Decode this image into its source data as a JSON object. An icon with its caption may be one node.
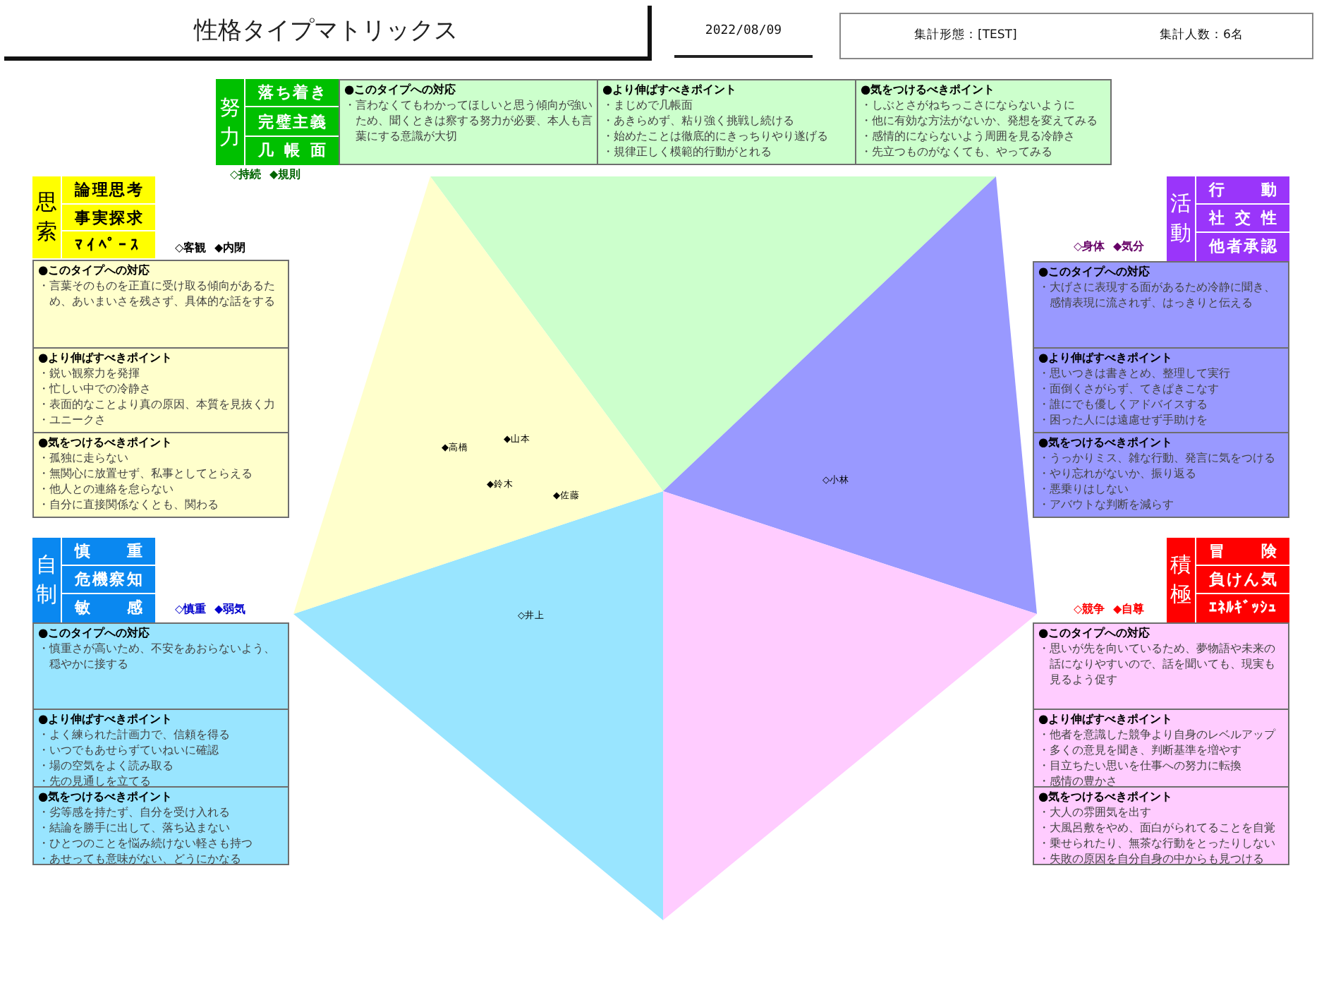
{
  "diagram": {
    "title": "性格タイプマトリックス",
    "nodes": [
      {
        "text": [
          "集計形態：[TEST]",
          "集計人数：6名"
        ]
      },
      {
        "text": [
          "努力"
        ]
      },
      {
        "text": [
          "落ち着き"
        ]
      },
      {
        "text": [
          "完璧主義"
        ]
      },
      {
        "text": [
          "几帳面"
        ]
      },
      {
        "text": [
          "●このタイプへの対応",
          "・言わなくてもわかってほしいと思う傾向が強いため、聞くときは察する努力が必要、本人も言葉にする意識が大切"
        ]
      },
      {
        "text": [
          "●より伸ばすべきポイント",
          "・まじめで几帳面",
          "・あきらめず、粘り強く挑戦し続ける",
          "・始めたことは徹底的にきっちりやり遂げる",
          "・規律正しく模範的行動がとれる"
        ]
      },
      {
        "text": [
          "●気をつけるべきポイント",
          "・しぶとさがねちっこさにならないように",
          "・他に有効な方法がないか、発想を変えてみる",
          "・感情的にならないよう周囲を見る冷静さ",
          "・先立つものがなくても、やってみる"
        ]
      },
      {
        "text": [
          "思索"
        ]
      },
      {
        "text": [
          "論理思考"
        ]
      },
      {
        "text": [
          "事実探求"
        ]
      },
      {
        "text": [
          "ﾏｲﾍﾟｰｽ"
        ]
      },
      {
        "text": [
          "●このタイプへの対応",
          "・言葉そのものを正直に受け取る傾向があるため、あいまいさを残さず、具体的な話をする"
        ]
      },
      {
        "text": [
          "●より伸ばすべきポイント",
          "・鋭い観察力を発揮",
          "・忙しい中での冷静さ",
          "・表面的なことより真の原因、本質を見抜く力",
          "・ユニークさ"
        ]
      },
      {
        "text": [
          "●気をつけるべきポイント",
          "・孤独に走らない",
          "・無関心に放置せず、私事としてとらえる",
          "・他人との連絡を怠らない",
          "・自分に直接関係なくとも、関わる"
        ]
      },
      {
        "text": [
          "活動"
        ]
      },
      {
        "text": [
          "行動"
        ]
      },
      {
        "text": [
          "社交性"
        ]
      },
      {
        "text": [
          "他者承認"
        ]
      },
      {
        "text": [
          "●このタイプへの対応",
          "・大げさに表現する面があるため冷静に聞き、感情表現に流されず、はっきりと伝える"
        ]
      },
      {
        "text": [
          "●より伸ばすべきポイント",
          "・思いつきは書きとめ、整理して実行",
          "・面倒くさがらず、てきぱきこなす",
          "・誰にでも優しくアドバイスする",
          "・困った人には遠慮せず手助けを"
        ]
      },
      {
        "text": [
          "●気をつけるべきポイント",
          "・うっかりミス、雑な行動、発言に気をつける",
          "・やり忘れがないか、振り返る",
          "・悪乗りはしない",
          "・アバウトな判断を減らす"
        ]
      },
      {
        "text": [
          "自制"
        ]
      },
      {
        "text": [
          "慎重"
        ]
      },
      {
        "text": [
          "危機察知"
        ]
      },
      {
        "text": [
          "敏感"
        ]
      },
      {
        "text": [
          "●このタイプへの対応",
          "・慎重さが高いため、不安をあおらないよう、穏やかに接する"
        ]
      },
      {
        "text": [
          "●より伸ばすべきポイント",
          "・よく練られた計画力で、信頼を得る",
          "・いつでもあせらずていねいに確認",
          "・場の空気をよく読み取る",
          "・先の見通しを立てる"
        ]
      },
      {
        "text": [
          "●気をつけるべきポイント",
          "・劣等感を持たず、自分を受け入れる",
          "・結論を勝手に出して、落ち込まない",
          "・ひとつのことを悩み続けない軽さも持つ",
          "・あせっても意味がない、どうにかなる"
        ]
      },
      {
        "text": [
          "積極"
        ]
      },
      {
        "text": [
          "冒険"
        ]
      },
      {
        "text": [
          "負けん気"
        ]
      },
      {
        "text": [
          "ｴﾈﾙｷﾞｯｼｭ"
        ]
      },
      {
        "text": [
          "●このタイプへの対応",
          "・思いが先を向いているため、夢物語や未来の話になりやすいので、話を聞いても、現実も見るよう促す"
        ]
      },
      {
        "text": [
          "●より伸ばすべきポイント",
          "・他者を意識した競争より自身のレベルアップ",
          "・多くの意見を聞き、判断基準を増やす",
          "・目立ちたい思いを仕事への努力に転換",
          "・感情の豊かさ"
        ]
      },
      {
        "text": [
          "●気をつけるべきポイント",
          "・大人の雰囲気を出す",
          "・大風呂敷をやめ、面白がられてることを自覚",
          "・乗せられたり、無茶な行動をとったりしない",
          "・失敗の原因を自分自身の中からも見つける"
        ]
      },
      {
        "text": [],
        "shape": "triangle"
      },
      {
        "text": [
          "◇小林"
        ]
      },
      {
        "text": [],
        "shape": "triangle"
      },
      {
        "text": [
          "◇井上"
        ]
      },
      {
        "text": [
          "◆山本",
          "◆高橋",
          "◆鈴木",
          "◆佐藤"
        ]
      }
    ],
    "labels": [
      "2022/08/09",
      "◇持続 ◆規則",
      "◇客観 ◆内閉",
      "◇身体 ◆気分",
      "◇慎重 ◆弱気",
      "◇競争 ◆自尊"
    ]
  }
}
